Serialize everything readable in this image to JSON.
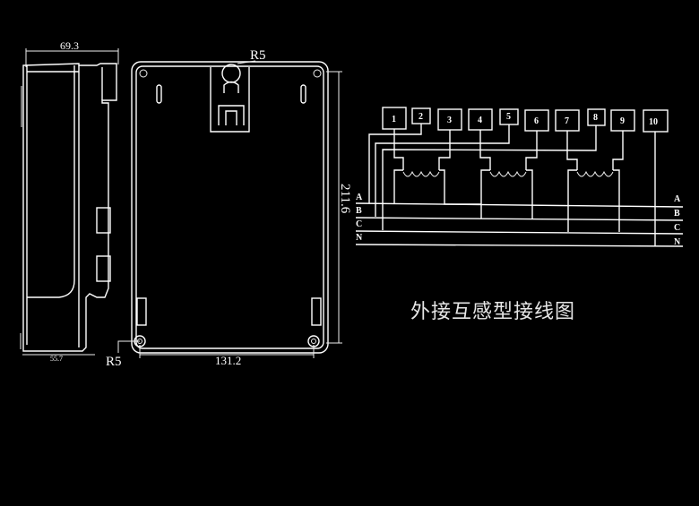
{
  "dimensions": {
    "side_width": "69.3",
    "side_bottom": "55.7",
    "top_radius": "R5",
    "bottom_radius": "R5",
    "height": "211.6",
    "hole_spacing": "131.2"
  },
  "wiring": {
    "terminals": [
      "1",
      "2",
      "3",
      "4",
      "5",
      "6",
      "7",
      "8",
      "9",
      "10"
    ],
    "lines_left": [
      "A",
      "B",
      "C",
      "N"
    ],
    "lines_right": [
      "A",
      "B",
      "C",
      "N"
    ]
  },
  "caption": "外接互感型接线图"
}
